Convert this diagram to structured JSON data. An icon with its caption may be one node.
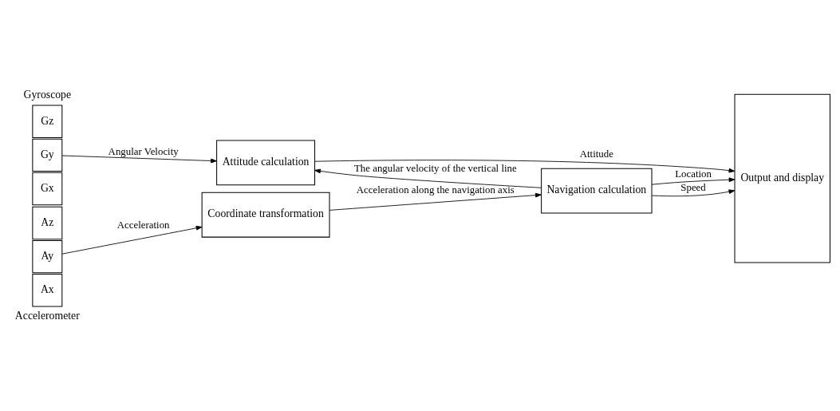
{
  "diagram": {
    "nodes": [
      {
        "text": [
          "Ax"
        ]
      },
      {
        "text": [
          "Ay"
        ]
      },
      {
        "text": [
          "Az"
        ]
      },
      {
        "text": [
          "Coordinate transformation"
        ]
      },
      {
        "text": [
          "Navigation calculation"
        ]
      },
      {
        "text": [
          "Output and display"
        ]
      },
      {
        "text": [
          "Gx"
        ]
      },
      {
        "text": [
          "Gy"
        ]
      },
      {
        "text": [
          "Gz"
        ]
      },
      {
        "text": [
          "Attitude calculation"
        ]
      }
    ],
    "edges": [
      {
        "from": 1,
        "to": 3,
        "arrow": "to",
        "label": "Acceleration"
      },
      {
        "from": 3,
        "to": 4,
        "arrow": "to",
        "label": "Acceleration along the navigation axis"
      },
      {
        "from": 4,
        "to": 5,
        "arrow": "to",
        "label": "Location"
      },
      {
        "from": 4,
        "to": 5,
        "arrow": "to",
        "label": "Speed"
      },
      {
        "from": 4,
        "to": 9,
        "arrow": "to",
        "label": "The angular velocity of the vertical line"
      },
      {
        "from": 7,
        "to": 9,
        "arrow": "to",
        "label": "Angular Velocity"
      },
      {
        "from": 9,
        "to": 5,
        "arrow": "to",
        "label": "Attitude"
      }
    ],
    "labels": [
      "Accelerometer",
      "Gyroscope"
    ]
  }
}
